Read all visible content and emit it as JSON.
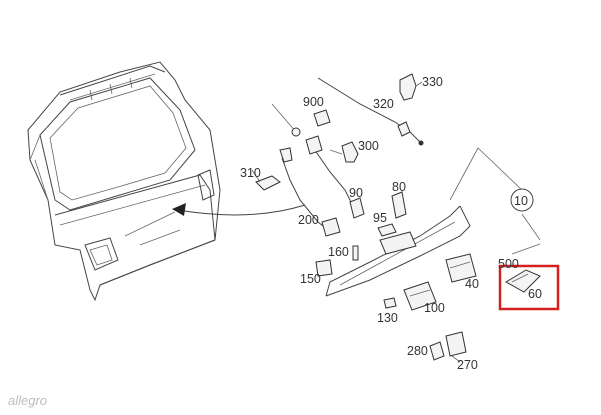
{
  "diagram": {
    "part_numbers": [
      "10",
      "40",
      "60",
      "80",
      "90",
      "95",
      "100",
      "130",
      "150",
      "160",
      "200",
      "270",
      "280",
      "300",
      "310",
      "320",
      "330",
      "500",
      "900"
    ],
    "highlight_color": "#d62020",
    "highlighted_part": "60",
    "watermark": "allegro"
  }
}
